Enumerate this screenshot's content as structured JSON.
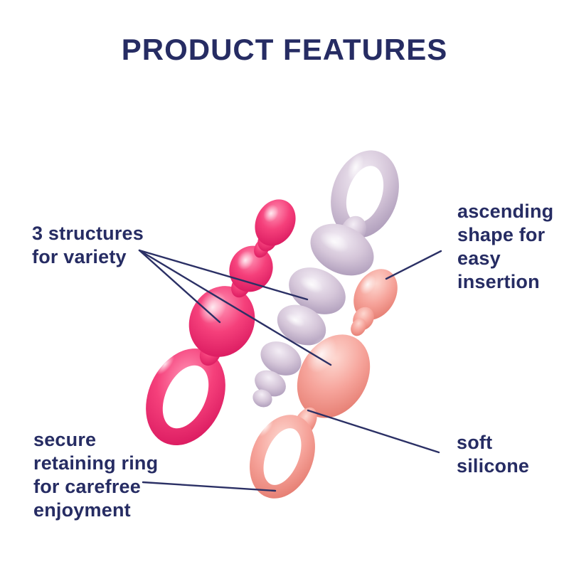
{
  "title": "PRODUCT FEATURES",
  "colors": {
    "text_navy": "#262c63",
    "callout_line": "#2b3065",
    "background": "#ffffff",
    "magenta_plug": "#f5407b",
    "lilac_plug": "#d5c6d9",
    "salmon_plug": "#f6a39a"
  },
  "labels": {
    "structures": {
      "lines": [
        "3 structures",
        "for variety"
      ]
    },
    "ascending": {
      "lines": [
        "ascending",
        "shape for",
        "easy",
        "insertion"
      ]
    },
    "retaining": {
      "lines": [
        "secure",
        "retaining ring",
        "for carefree",
        "enjoyment"
      ]
    },
    "silicone": {
      "lines": [
        "soft",
        "silicone"
      ]
    }
  },
  "products": [
    {
      "name": "magenta beaded plug",
      "color": "#f5407b"
    },
    {
      "name": "lilac spiral plug",
      "color": "#d5c6d9"
    },
    {
      "name": "salmon bulb plug",
      "color": "#f6a39a"
    }
  ]
}
